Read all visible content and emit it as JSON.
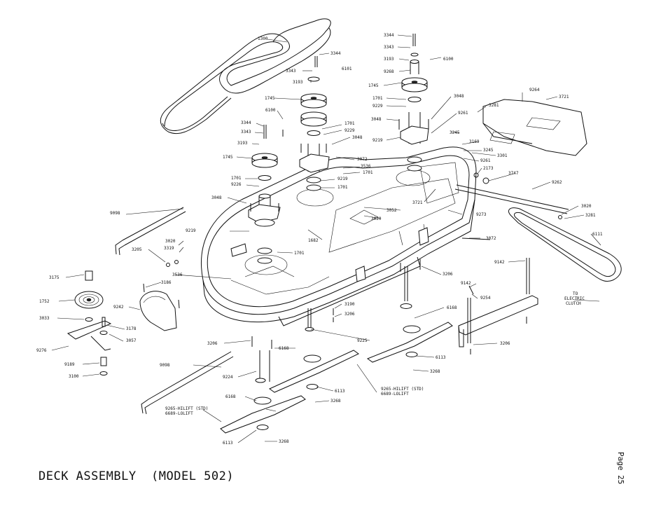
{
  "caption": "DECK ASSEMBLY  (MODEL 502)",
  "page_label": "Page 25",
  "callouts": {
    "c1300": "1300",
    "c3344a": "3344",
    "c3343a": "3343",
    "c6101": "6101",
    "c3193a": "3193",
    "c1745a": "1745",
    "c6100a": "6100",
    "c3344b": "3344",
    "c3343b": "3343",
    "c3193b": "3193",
    "c1745b": "1745",
    "c1701a": "1701",
    "c9229a": "9229",
    "c3048a": "3048",
    "c3072a": "3072",
    "c3536a": "3536",
    "c1701b": "1701",
    "c9219a": "9219",
    "c1701c": "1701",
    "c1701d": "1701",
    "c9226": "9226",
    "c3048b": "3048",
    "c9219b": "9219",
    "c3344c": "3344",
    "c3343c": "3343",
    "c3193c": "3193",
    "c6100b": "6100",
    "c9268": "9268",
    "c1745c": "1745",
    "c1701e": "1701",
    "c9229b": "9229",
    "c3048c": "3048",
    "c3048d": "3048",
    "c9261a": "9261",
    "c9219c": "9219",
    "c3281a": "3281",
    "c9264": "9264",
    "c3721a": "3721",
    "c3245a": "3245",
    "c3169": "3169",
    "c3245b": "3245",
    "c3301": "3301",
    "c9261b": "9261",
    "c2173": "2173",
    "c3747": "3747",
    "c9262": "9262",
    "c9098a": "9098",
    "c3052": "3052",
    "c3020a": "3020",
    "c3721b": "3721",
    "c9273": "9273",
    "c1682": "1682",
    "c3020b": "3020",
    "c3319": "3319",
    "c3205a": "3205",
    "c1701f": "1701",
    "c3536b": "3536",
    "c3072b": "3072",
    "c3020c": "3020",
    "c3281b": "3281",
    "c6111": "6111",
    "c9142a": "9142",
    "c9142b": "9142",
    "c9254": "9254",
    "c3206a": "3206",
    "c3190": "3190",
    "c3206b": "3206",
    "c6168a": "6168",
    "c3175": "3175",
    "c3186": "3186",
    "c1752": "1752",
    "c9242": "9242",
    "c3033": "3033",
    "c3178": "3178",
    "c3057": "3057",
    "c9276": "9276",
    "c9189": "9189",
    "c3100": "3100",
    "c3206c": "3206",
    "c9225": "9225",
    "c6168b": "6168",
    "c6113a": "6113",
    "c3268a": "3268",
    "c3206d": "3206",
    "c9098b": "9098",
    "c9224": "9224",
    "c6113b": "6113",
    "c3268b": "3268",
    "c6168c": "6168",
    "c6113c": "6113",
    "c3268c": "3268",
    "c9265a": "9265-HILIFT (STD)",
    "c6689a": "6689-LOLIFT",
    "c9265b": "9265-HILIFT (STD)",
    "c6689b": "6689-LOLIFT",
    "c_to": "TO",
    "c_elec": "ELECTRIC",
    "c_clutch": "CLUTCH"
  }
}
